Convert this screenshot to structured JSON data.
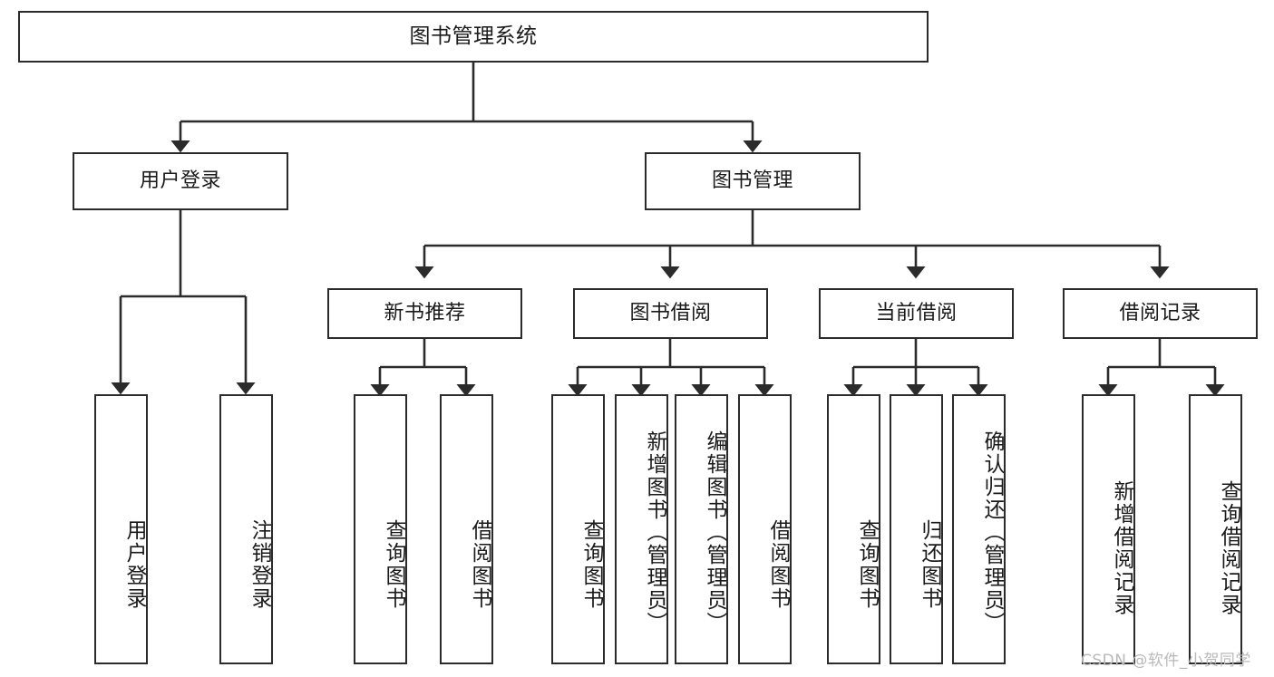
{
  "diagram": {
    "type": "tree-hierarchy-chart",
    "title": "图书管理系统",
    "watermark": "CSDN @软件_小贺同学",
    "colors": {
      "box_border": "#2b2b2b",
      "box_fill": "#ffffff",
      "connector": "#2b2b2b",
      "text": "#1a1a1a",
      "watermark": "#b9b9b9",
      "background": "#ffffff"
    },
    "nodes": {
      "root": {
        "label": "图书管理系统"
      },
      "level2": [
        {
          "label": "用户登录"
        },
        {
          "label": "图书管理"
        }
      ],
      "level3": [
        {
          "label": "新书推荐"
        },
        {
          "label": "图书借阅"
        },
        {
          "label": "当前借阅"
        },
        {
          "label": "借阅记录"
        }
      ],
      "leaves_user_login": [
        {
          "label": "用户登录"
        },
        {
          "label": "注销登录"
        }
      ],
      "leaves_new_book": [
        {
          "label": "查询图书"
        },
        {
          "label": "借阅图书"
        }
      ],
      "leaves_borrow": [
        {
          "label": "查询图书"
        },
        {
          "label": "新增图书（管理员）"
        },
        {
          "label": "编辑图书（管理员）"
        },
        {
          "label": "借阅图书"
        }
      ],
      "leaves_current": [
        {
          "label": "查询图书"
        },
        {
          "label": "归还图书"
        },
        {
          "label": "确认归还（管理员）"
        }
      ],
      "leaves_records": [
        {
          "label": "新增借阅记录"
        },
        {
          "label": "查询借阅记录"
        }
      ]
    }
  }
}
